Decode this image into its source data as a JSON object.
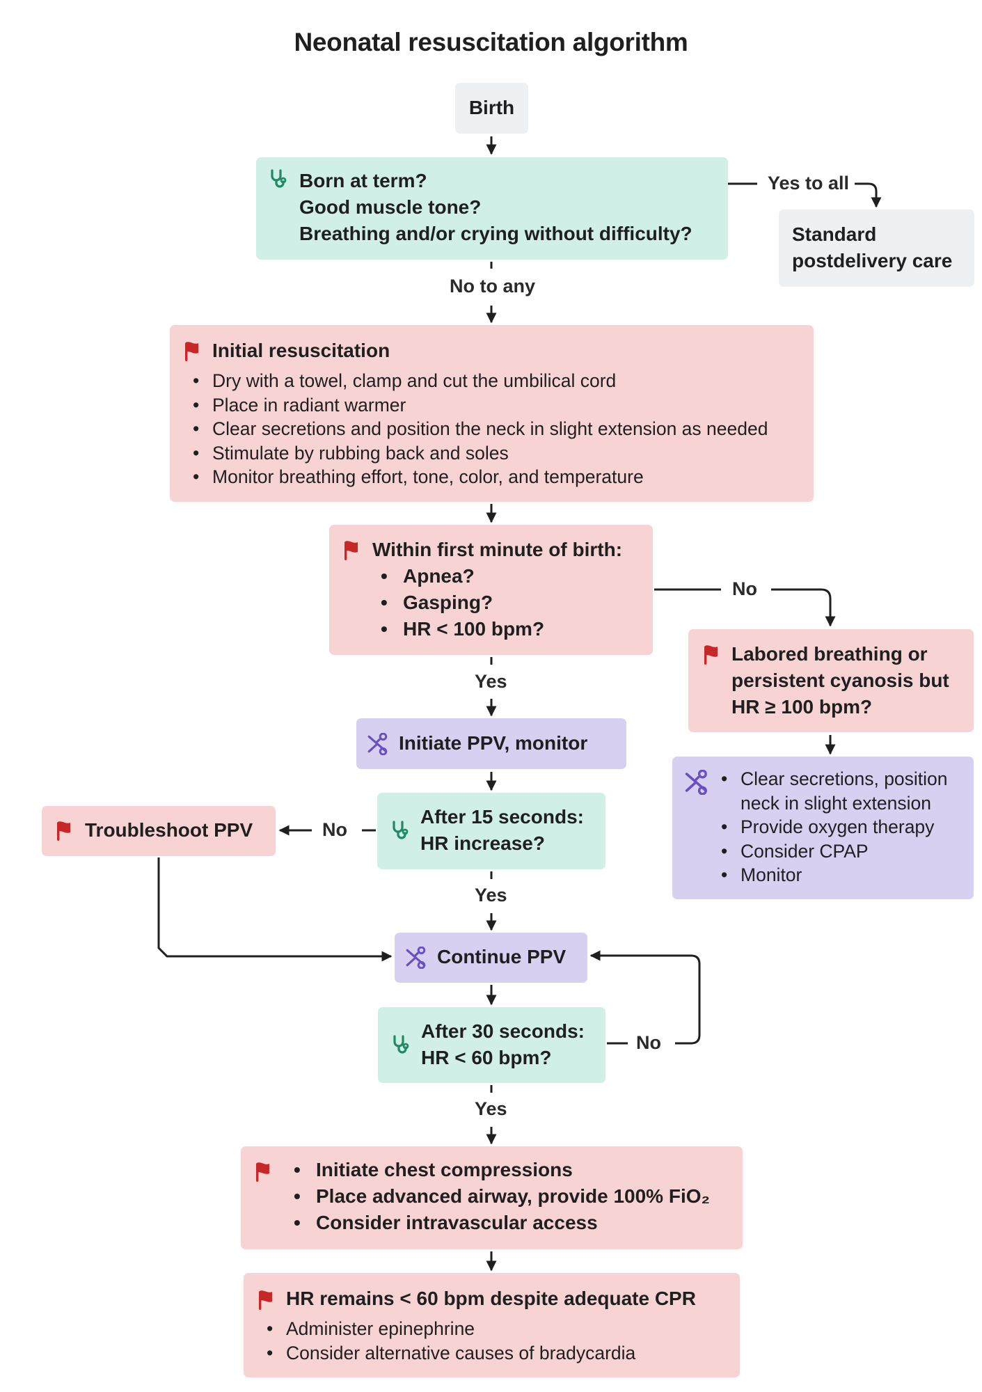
{
  "title": "Neonatal resuscitation algorithm",
  "colors": {
    "teal_fill": "#d0f0e7",
    "red_fill": "#f8d3d3",
    "purple_fill": "#d7d0f1",
    "gray_fill": "#eef1f4",
    "stethoscope_icon": "#1f8a63",
    "flag_icon": "#c62828",
    "scissors_icon": "#6a4fc4",
    "arrow": "#1f1f1f"
  },
  "nodes": {
    "birth": {
      "text": "Birth"
    },
    "term_check": {
      "icon": "stethoscope-icon",
      "lines": [
        "Born at term?",
        "Good muscle tone?",
        "Breathing and/or crying without difficulty?"
      ]
    },
    "standard_care": {
      "lines": [
        "Standard",
        "postdelivery care"
      ]
    },
    "initial_resuscitation": {
      "icon": "flag-icon",
      "heading": "Initial resuscitation",
      "items": [
        "Dry with a towel, clamp and cut the umbilical cord",
        "Place in radiant warmer",
        "Clear secretions and position the neck in slight extension as needed",
        "Stimulate by rubbing back and soles",
        "Monitor breathing effort, tone, color, and temperature"
      ]
    },
    "first_minute": {
      "icon": "flag-icon",
      "heading": "Within first minute of birth:",
      "items": [
        "Apnea?",
        "Gasping?",
        "HR < 100 bpm?"
      ]
    },
    "labored": {
      "icon": "flag-icon",
      "lines": [
        "Labored breathing or",
        "persistent cyanosis but",
        "HR ≥ 100 bpm?"
      ]
    },
    "supportive_care": {
      "icon": "scissors-icon",
      "items": [
        "Clear secretions, position",
        "neck in slight extension",
        "Provide oxygen therapy",
        "Consider CPAP",
        "Monitor"
      ]
    },
    "initiate_ppv": {
      "icon": "scissors-icon",
      "text": "Initiate PPV, monitor"
    },
    "after_15": {
      "icon": "stethoscope-icon",
      "lines": [
        "After 15 seconds:",
        "HR increase?"
      ]
    },
    "troubleshoot": {
      "icon": "flag-icon",
      "text": "Troubleshoot PPV"
    },
    "continue_ppv": {
      "icon": "scissors-icon",
      "text": "Continue PPV"
    },
    "after_30": {
      "icon": "stethoscope-icon",
      "lines": [
        "After 30 seconds:",
        "HR < 60 bpm?"
      ]
    },
    "compressions": {
      "icon": "flag-icon",
      "items": [
        "Initiate chest compressions",
        "Place advanced airway, provide 100% FiO₂",
        "Consider intravascular access"
      ]
    },
    "hr_remains": {
      "icon": "flag-icon",
      "heading": "HR remains < 60 bpm despite adequate CPR",
      "items": [
        "Administer epinephrine",
        "Consider alternative causes of bradycardia"
      ]
    }
  },
  "edge_labels": {
    "yes_to_all": "Yes to all",
    "no_to_any": "No to any",
    "first_minute_yes": "Yes",
    "first_minute_no": "No",
    "after15_yes": "Yes",
    "after15_no": "No",
    "after30_yes": "Yes",
    "after30_no": "No"
  }
}
